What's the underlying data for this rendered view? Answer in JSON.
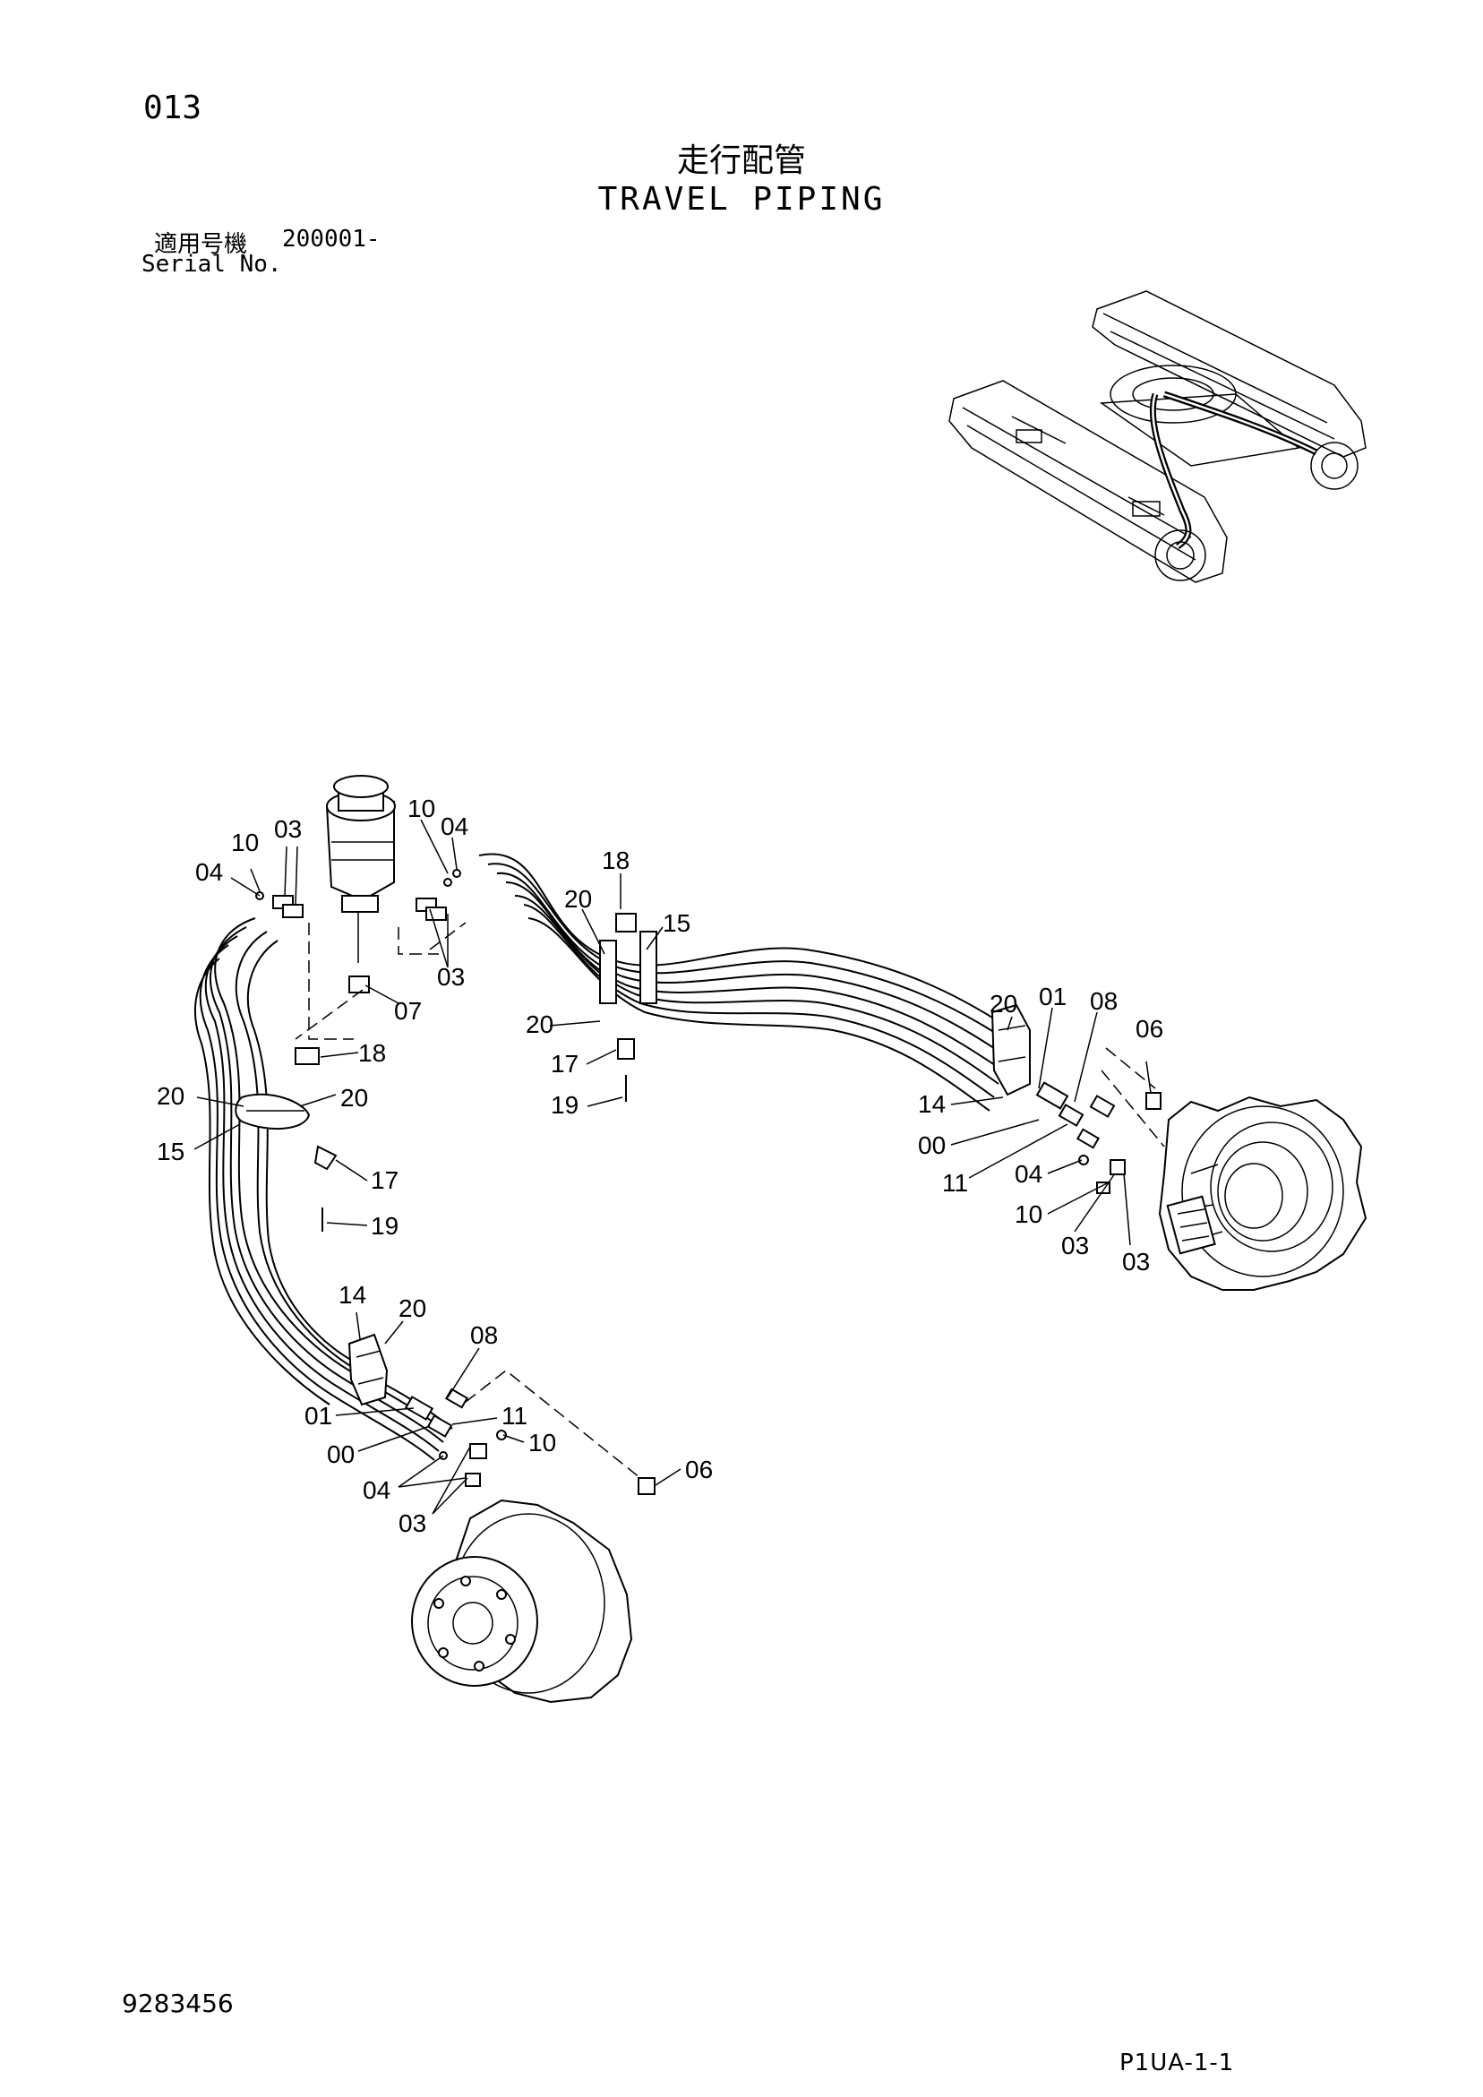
{
  "header": {
    "page_number": "013",
    "title_ja": "走行配管",
    "title_en": "TRAVEL PIPING",
    "serial_label_ja": "適用号機",
    "serial_value": "200001-",
    "serial_label_en": "Serial No."
  },
  "footer": {
    "drawing_number": "9283456",
    "page_code": "P1UA-1-1"
  },
  "callouts": [
    {
      "id": "c1",
      "text": "10"
    },
    {
      "id": "c2",
      "text": "03"
    },
    {
      "id": "c3",
      "text": "04"
    },
    {
      "id": "c4",
      "text": "10"
    },
    {
      "id": "c5",
      "text": "04"
    },
    {
      "id": "c6",
      "text": "03"
    },
    {
      "id": "c7",
      "text": "07"
    },
    {
      "id": "c8",
      "text": "18"
    },
    {
      "id": "c9",
      "text": "20"
    },
    {
      "id": "c10",
      "text": "15"
    },
    {
      "id": "c11",
      "text": "20"
    },
    {
      "id": "c12",
      "text": "17"
    },
    {
      "id": "c13",
      "text": "19"
    },
    {
      "id": "c14",
      "text": "20"
    },
    {
      "id": "c15",
      "text": "01"
    },
    {
      "id": "c16",
      "text": "08"
    },
    {
      "id": "c17",
      "text": "06"
    },
    {
      "id": "c18",
      "text": "14"
    },
    {
      "id": "c19",
      "text": "00"
    },
    {
      "id": "c20",
      "text": "11"
    },
    {
      "id": "c21",
      "text": "04"
    },
    {
      "id": "c22",
      "text": "10"
    },
    {
      "id": "c23",
      "text": "03"
    },
    {
      "id": "c24",
      "text": "03"
    },
    {
      "id": "c25",
      "text": "18"
    },
    {
      "id": "c26",
      "text": "20"
    },
    {
      "id": "c27",
      "text": "20"
    },
    {
      "id": "c28",
      "text": "15"
    },
    {
      "id": "c29",
      "text": "17"
    },
    {
      "id": "c30",
      "text": "19"
    },
    {
      "id": "c31",
      "text": "14"
    },
    {
      "id": "c32",
      "text": "20"
    },
    {
      "id": "c33",
      "text": "08"
    },
    {
      "id": "c34",
      "text": "01"
    },
    {
      "id": "c35",
      "text": "11"
    },
    {
      "id": "c36",
      "text": "00"
    },
    {
      "id": "c37",
      "text": "10"
    },
    {
      "id": "c38",
      "text": "04"
    },
    {
      "id": "c39",
      "text": "06"
    },
    {
      "id": "c40",
      "text": "03"
    }
  ]
}
